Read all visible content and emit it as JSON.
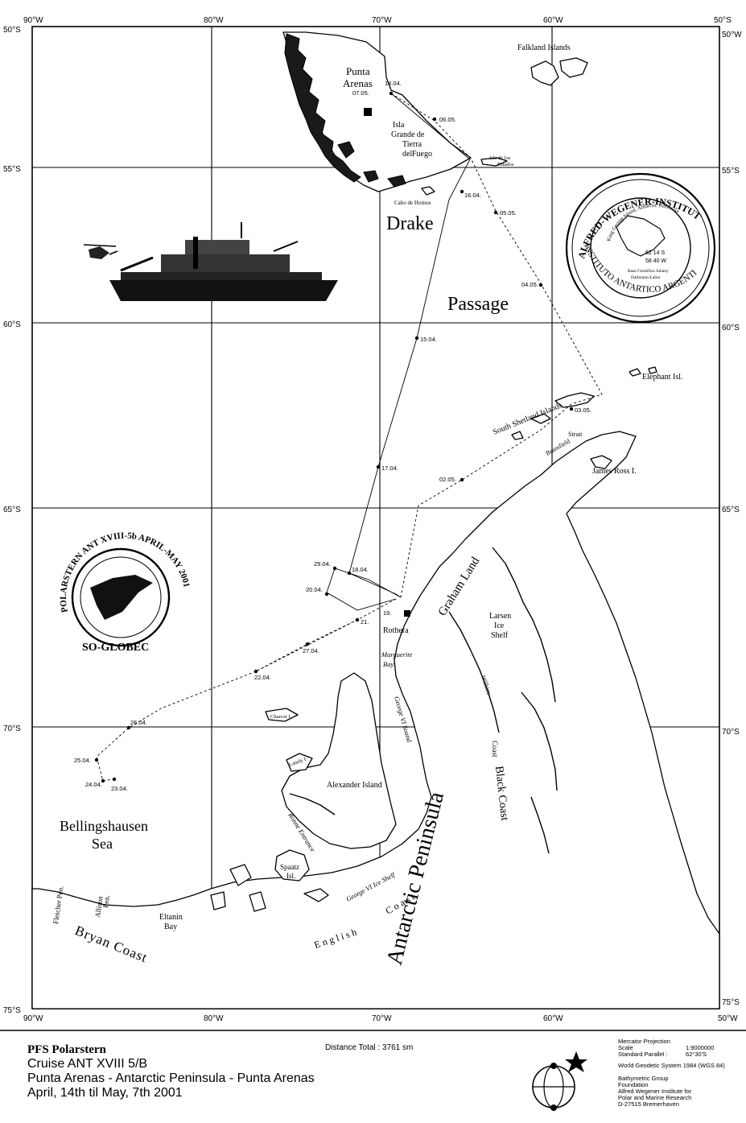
{
  "grid_labels": {
    "lon_top": [
      "90°W",
      "80°W",
      "70°W",
      "60°W",
      "50°S"
    ],
    "lon_bottom": [
      "90°W",
      "80°W",
      "70°W",
      "60°W",
      "50°W"
    ],
    "lat_left": [
      "50°S",
      "55°S",
      "60°S",
      "65°S",
      "70°S",
      "75°S"
    ],
    "lat_right": [
      "50°W",
      "55°S",
      "60°S",
      "65°S",
      "70°S",
      "75°S"
    ]
  },
  "places": {
    "punta_arenas": [
      "Punta",
      "Arenas"
    ],
    "isla_grande": [
      "Isla",
      "Grande de",
      "Tierra",
      "del",
      "Fuego"
    ],
    "isla_estados": [
      "Isla de los",
      "Estados"
    ],
    "cabo_hornos": "Cabo de Hornos",
    "falkland": "Falkland Islands",
    "drake": "Drake",
    "passage": "Passage",
    "elephant": "Elephant Isl.",
    "south_shetland": "South Shetland Islands",
    "bransfield": "Bransfield",
    "strait": "Strait",
    "james_ross": "James Ross I.",
    "graham_land": "Graham Land",
    "larsen": [
      "Larsen",
      "Ice",
      "Shelf"
    ],
    "rothera": "Rothera",
    "marguerite": [
      "Marguerite",
      "Bay"
    ],
    "charcot": "Charcot I.",
    "latady": "Latady I.",
    "alexander": "Alexander Island",
    "george_sound": "George VI Sound",
    "george_shelf": "George VI Ice Shelf",
    "ronne": "Ronne Entrance",
    "wilkins": "Wilkins",
    "coast": "Coast",
    "black_coast": "Black Coast",
    "antarctic_peninsula": "Antarctic Peninsula",
    "english_coast": [
      "English",
      "Coast"
    ],
    "bellingshausen": [
      "Bellingshausen",
      "Sea"
    ],
    "fletcher": "Fletcher Pen.",
    "allison": [
      "Allison",
      "Pen."
    ],
    "eltanin": [
      "Eltanin",
      "Bay"
    ],
    "bryan": "Bryan Coast",
    "spaatz": [
      "Spaatz",
      "Isl."
    ]
  },
  "track_dates": [
    "14.04.",
    "07.05.",
    "06.05.",
    "16.04.",
    "05.05.",
    "04.05.",
    "15.04.",
    "03.05.",
    "17.04.",
    "02.05.",
    "29.04.",
    "18.04.",
    "20.04.",
    "19.",
    "21.",
    "27.04.",
    "22.04.",
    "26.04.",
    "25.04.",
    "24.04.",
    "23.04."
  ],
  "stamp_awi": {
    "outer_top": "ALFRED-WEGENER-INSTITUT",
    "outer_bottom": "INSTITUTO ANTARTICO ARGENTINO",
    "inner": "King George Island, Antarctic Peninsula",
    "coords": [
      "62 14 S",
      "58 40 W"
    ],
    "base": [
      "Base Científica Jubany",
      "Dallmann-Labor"
    ]
  },
  "stamp_expedition": {
    "top": "POLARSTERN ANT XVIII-5b APRIL-MAY 2001",
    "bottom": "SO-GLOBEC"
  },
  "footer": {
    "ship": "PFS Polarstern",
    "cruise": "Cruise ANT XVIII 5/B",
    "route": "Punta Arenas - Antarctic Peninsula - Punta Arenas",
    "dates": "April, 14th til May, 7th 2001",
    "distance": "Distance Total : 3761 sm",
    "projection": "Mercator Projection",
    "scale_label": "Scale",
    "scale_value": "1:9000000",
    "parallel_label": "Standard Parallel :",
    "parallel_value": "62°30'S",
    "geodetic": "World Geodetic System 1984 (WGS 84)",
    "bathy": [
      "Bathymetric Group",
      "Foundation",
      "Alfred Wegener Institute for",
      "Polar and Marine Research",
      "D-27515 Bremerhaven"
    ]
  }
}
